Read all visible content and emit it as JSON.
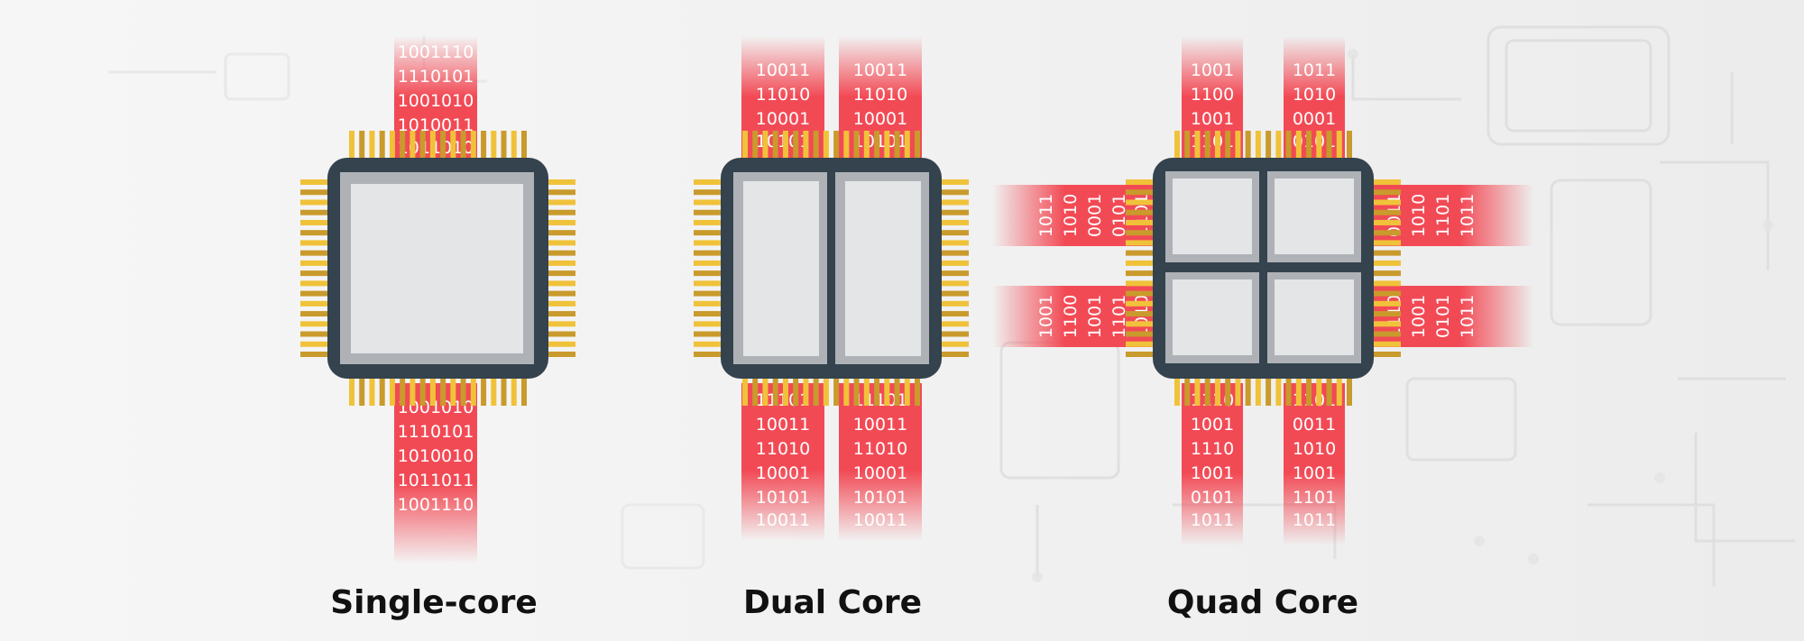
{
  "captions": {
    "single": "Single-core",
    "dual": "Dual Core",
    "quad": "Quad Core"
  },
  "stripes": {
    "single_top": [
      "1001110",
      "1110101",
      "1001010",
      "1010011",
      "1011010"
    ],
    "single_bottom": [
      "1001010",
      "1110101",
      "1010010",
      "1011011",
      "1001110"
    ],
    "dual_top_left": [
      "10011",
      "11010",
      "10001",
      "10101"
    ],
    "dual_top_right": [
      "10011",
      "11010",
      "10001",
      "10101"
    ],
    "dual_bottom_left": [
      "11101",
      "10011",
      "11010",
      "10001",
      "10101",
      "10011"
    ],
    "dual_bottom_right": [
      "11101",
      "10011",
      "11010",
      "10001",
      "10101",
      "10011"
    ],
    "quad_top_left": [
      "1001",
      "1100",
      "1001",
      "1101"
    ],
    "quad_top_right": [
      "1011",
      "1010",
      "0001",
      "0101"
    ],
    "quad_bottom_left": [
      "1110",
      "1001",
      "1110",
      "1001",
      "0101",
      "1011"
    ],
    "quad_bottom_right": [
      "1101",
      "0011",
      "1010",
      "1001",
      "1101",
      "1011"
    ],
    "quad_left_upper": [
      "1011",
      "1010",
      "0001",
      "0101",
      "1101"
    ],
    "quad_left_lower": [
      "1001",
      "1100",
      "1001",
      "1101",
      "1010"
    ],
    "quad_right_upper": [
      "0011",
      "1010",
      "1101",
      "1011"
    ],
    "quad_right_lower": [
      "1110",
      "1001",
      "0101",
      "1011"
    ]
  },
  "colors": {
    "stripe_red": "#f24a55",
    "chip_dark": "#34434d",
    "core_gray": "#e4e5e7",
    "pin_gold": "#f0c23a"
  }
}
